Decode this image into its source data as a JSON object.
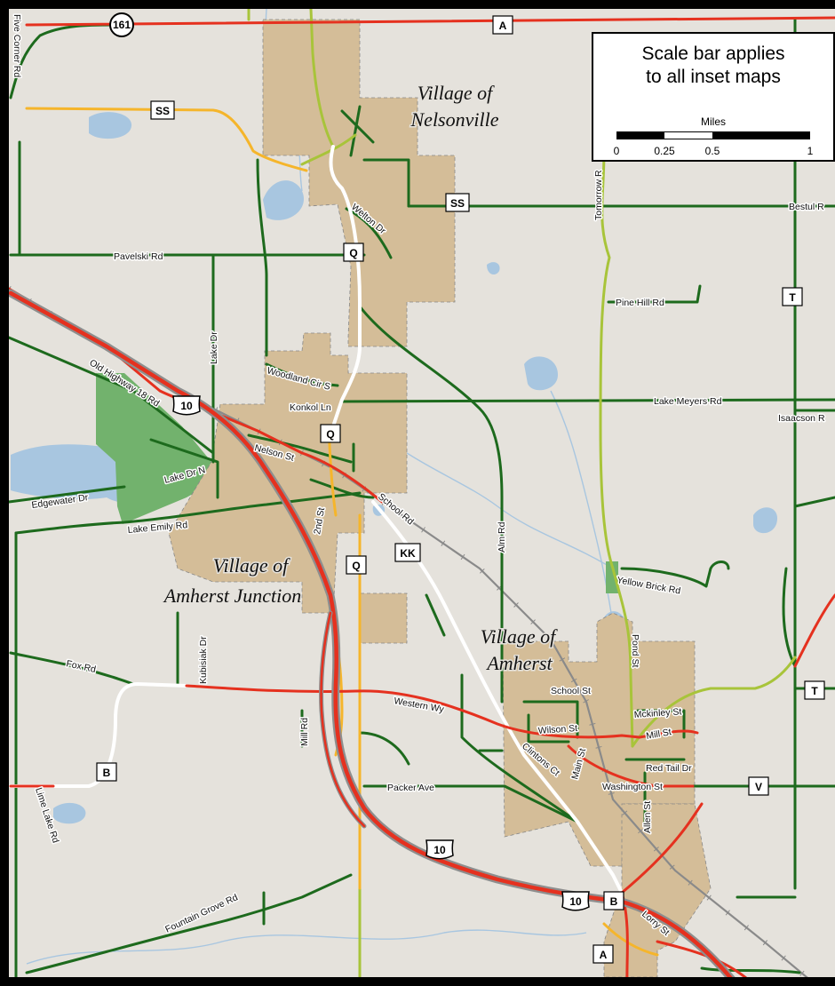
{
  "map": {
    "villages": {
      "nelsonville": [
        "Village of",
        "Nelsonville"
      ],
      "amherst_junction": [
        "Village of",
        "Amherst Junction"
      ],
      "amherst": [
        "Village of",
        "Amherst"
      ]
    },
    "roads": {
      "five_corner": "Five Corner Rd",
      "pavelski": "Pavelski Rd",
      "lake_dr": "Lake Dr",
      "old_highway_18": "Old Highway 18 Rd",
      "woodland_cir": "Woodland Cir S",
      "konkol": "Konkol Ln",
      "welton": "Welton Dr",
      "nelson": "Nelson St",
      "lake_dr_n": "Lake Dr N",
      "edgewater": "Edgewater Dr",
      "lake_emily": "Lake Emily Rd",
      "second_st": "2nd St",
      "school_rd": "School Rd",
      "alm": "Alm Rd",
      "tomorrow": "Tomorrow R",
      "bestul": "Bestul R",
      "pine_hill": "Pine Hill Rd",
      "lake_meyers": "Lake Meyers Rd",
      "isaacson": "Isaacson R",
      "yellow_brick": "Yellow Brick Rd",
      "fox": "Fox Rd",
      "kubisiak": "Kubisiak Dr",
      "mill_rd": "Mill Rd",
      "western_wy": "Western Wy",
      "school_st": "School St",
      "pond": "Pond St",
      "mckinley": "Mckinley St",
      "wilson": "Wilson St",
      "mill_st": "Mill St",
      "clintons": "Clintons Ct",
      "main": "Main St",
      "red_tail": "Red Tail Dr",
      "washington": "Washington St",
      "allen": "Allen St",
      "packer": "Packer Ave",
      "lime_lake": "Lime Lake Rd",
      "fountain_grove": "Fountain Grove Rd",
      "lorry": "Lorry St"
    },
    "shields": {
      "state_161": "161",
      "us_10": "10",
      "cty_a": "A",
      "cty_ss": "SS",
      "cty_q": "Q",
      "cty_kk": "KK",
      "cty_t": "T",
      "cty_b": "B",
      "cty_v": "V"
    },
    "colors": {
      "background": "#e5e2dc",
      "village_area": "#d4bd98",
      "water": "#a8c6e0",
      "park": "#72b26d",
      "local_road": "#1d6a1d",
      "highway": "#e5311f",
      "collector": "#f5b52b",
      "minor": "#a8c43a",
      "railroad": "#8a8a8a"
    }
  },
  "scale": {
    "title_line1": "Scale bar applies",
    "title_line2": "to all inset maps",
    "units": "Miles",
    "ticks": [
      "0",
      "0.25",
      "0.5",
      "1"
    ]
  }
}
